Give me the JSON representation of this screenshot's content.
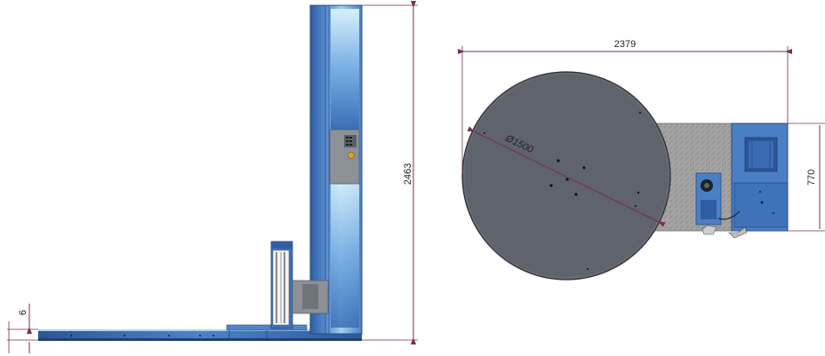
{
  "dimensions": {
    "base_height": "6",
    "total_height": "2463",
    "total_length": "2379",
    "turntable_diameter": "Ø1500",
    "base_width": "770"
  },
  "colors": {
    "frame_blue": "#3f6fb8",
    "frame_blue_light": "#bfe3f5",
    "frame_blue_dark": "#274c86",
    "turntable_gray": "#5f636c",
    "plate_gray": "#9a9a9a",
    "panel_gray": "#8a8f96",
    "dimension_line": "#7a2e55"
  }
}
